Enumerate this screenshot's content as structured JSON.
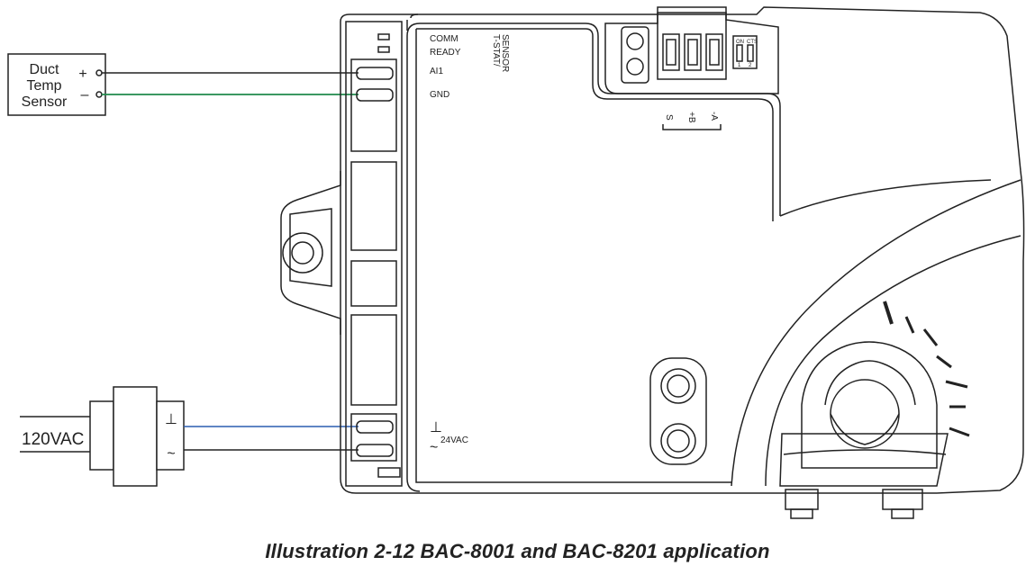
{
  "sensor": {
    "line1": "Duct",
    "line2": "Temp",
    "line3": "Sensor",
    "plus": "+",
    "minus": "–"
  },
  "transformer": {
    "input_label": "120VAC",
    "ground_symbol": "⊥",
    "ac_symbol": "~"
  },
  "board": {
    "comm": "COMM",
    "ready": "READY",
    "tstat_line1": "T-STAT/",
    "tstat_line2": "SENSOR",
    "ai1": "AI1",
    "gnd": "GND",
    "ground_symbol": "⊥",
    "ac_symbol": "~",
    "vac": "24VAC",
    "bus_s": "S",
    "bus_b": "+B",
    "bus_a": "-A",
    "dip_on": "ON",
    "dip_ct": "CTS",
    "dip_1": "1",
    "dip_2": "2"
  },
  "caption": "Illustration  2-12  BAC-8001 and BAC-8201 application",
  "colors": {
    "sensor_minus_wire": "#1f8a4c",
    "power_ground_wire": "#2a5db0",
    "line": "#222222"
  }
}
